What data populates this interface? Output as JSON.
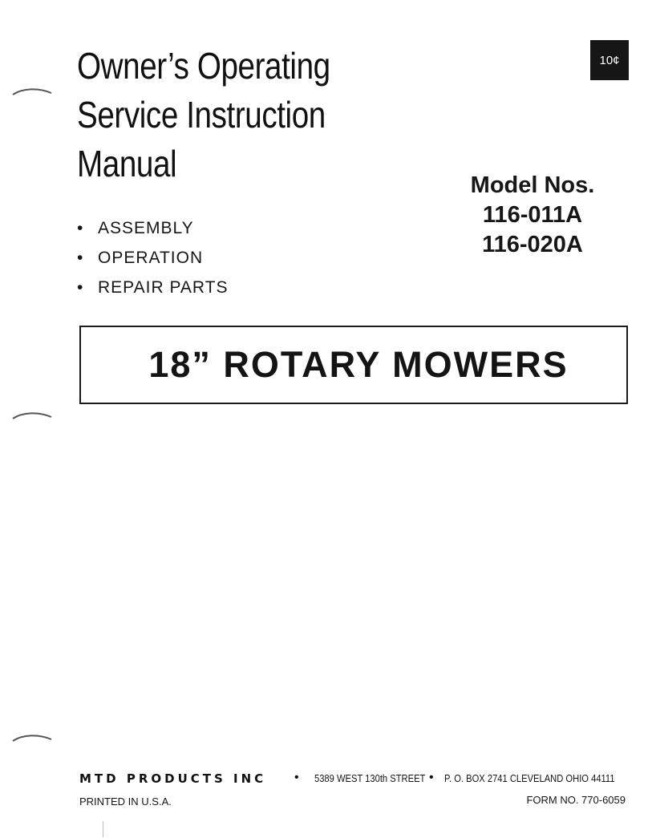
{
  "document": {
    "title_lines": [
      "Owner’s Operating",
      "Service Instruction",
      "Manual"
    ],
    "price": "10¢",
    "model_heading": "Model Nos.",
    "models": [
      "116-011A",
      "116-020A"
    ],
    "bullet": "•",
    "features": [
      "ASSEMBLY",
      "OPERATION",
      "REPAIR PARTS"
    ],
    "banner": "18” ROTARY MOWERS"
  },
  "footer": {
    "company": "MTD PRODUCTS INC",
    "separator": "•",
    "street": "5389 WEST 130th STREET",
    "po_box": "P. O. BOX 2741 CLEVELAND OHIO 44111",
    "printed": "PRINTED IN U.S.A.",
    "form_no": "FORM NO. 770-6059"
  }
}
